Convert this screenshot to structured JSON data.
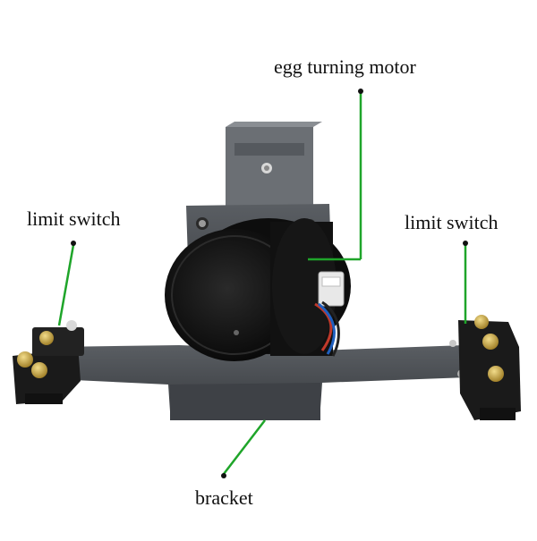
{
  "labels": {
    "motor": "egg turning motor",
    "limit_left": "limit switch",
    "limit_right": "limit switch",
    "bracket": "bracket"
  },
  "colors": {
    "leader_line": "#1fa52a",
    "metal_plate": "#4a4d52",
    "motor_body": "#141414",
    "switch_body": "#1a1a1a",
    "screw": "#c8a640"
  }
}
